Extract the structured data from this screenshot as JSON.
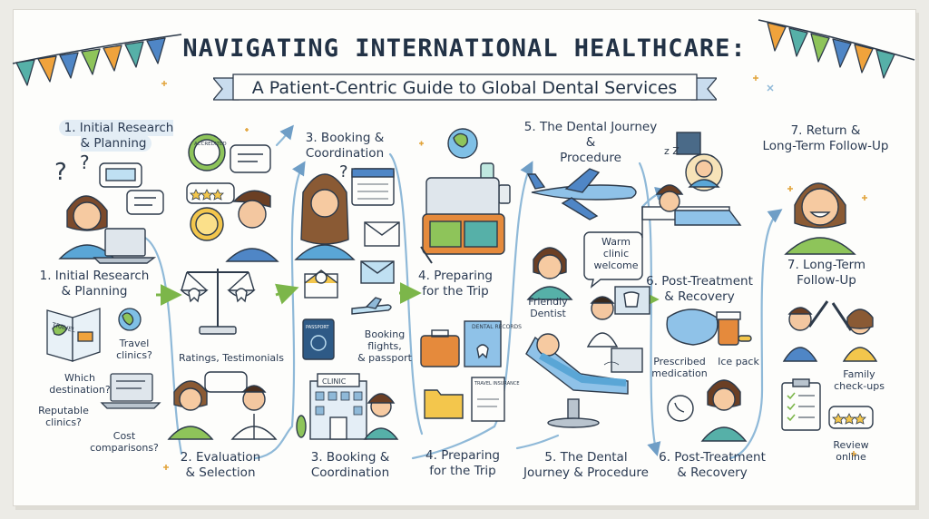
{
  "title": "NAVIGATING INTERNATIONAL HEALTHCARE:",
  "subtitle": "A Patient-Centric Guide to Global Dental Services",
  "steps": [
    {
      "top": "1. Initial Research\n& Planning",
      "mid": "1. Initial Research\n& Planning"
    },
    {
      "bottom": "2. Evaluation\n& Selection"
    },
    {
      "top": "3. Booking &\nCoordination",
      "bottom": "3. Booking &\nCoordination"
    },
    {
      "mid": "4. Preparing\nfor the Trip",
      "bottom": "4. Preparing\nfor the Trip"
    },
    {
      "top": "5. The Dental Journey\n&\nProcedure",
      "bottom": "5. The Dental\nJourney & Procedure"
    },
    {
      "mid": "6. Post-Treatment\n& Recovery",
      "bottom": "6. Post-Treatment\n& Recovery"
    },
    {
      "top": "7. Return &\nLong-Term Follow-Up",
      "mid": "7. Long-Term\nFollow-Up"
    }
  ],
  "notes": {
    "travel_clinics": "Travel\nclinics?",
    "which_destination": "Which\ndestination?",
    "reputable_clinics": "Reputable\nclinics?",
    "cost_comparisons": "Cost\ncomparisons?",
    "ratings": "Ratings, Testimonials",
    "booking_flights": "Booking\nflights,\n& passport",
    "warm_welcome": "Warm\nclinic\nwelcome",
    "friendly_dentist": "Friendly\nDentist",
    "prescribed_medication": "Prescribed\nmedication",
    "ice_pack": "Ice pack",
    "family_checkups": "Family\ncheck-ups",
    "review_online": "Review\nonline"
  },
  "props": {
    "travel_book": "TRAVEL",
    "accredited": "ACCREDITED",
    "clinic_sign": "CLINIC",
    "passport": "PASSPORT",
    "dental_records": "DENTAL\nRECORDS",
    "travel_insurance": "TRAVEL\nINSURANCE",
    "sleep": "z Z",
    "question": "?"
  },
  "colors": {
    "ink": "#2d3a4a",
    "accent_blue": "#8fb9d8",
    "arrow_green": "#7cb64a",
    "flag_orange": "#f0a33c",
    "flag_teal": "#56b0a8",
    "flag_green": "#8ec45a",
    "flag_blue": "#4f86c6"
  }
}
